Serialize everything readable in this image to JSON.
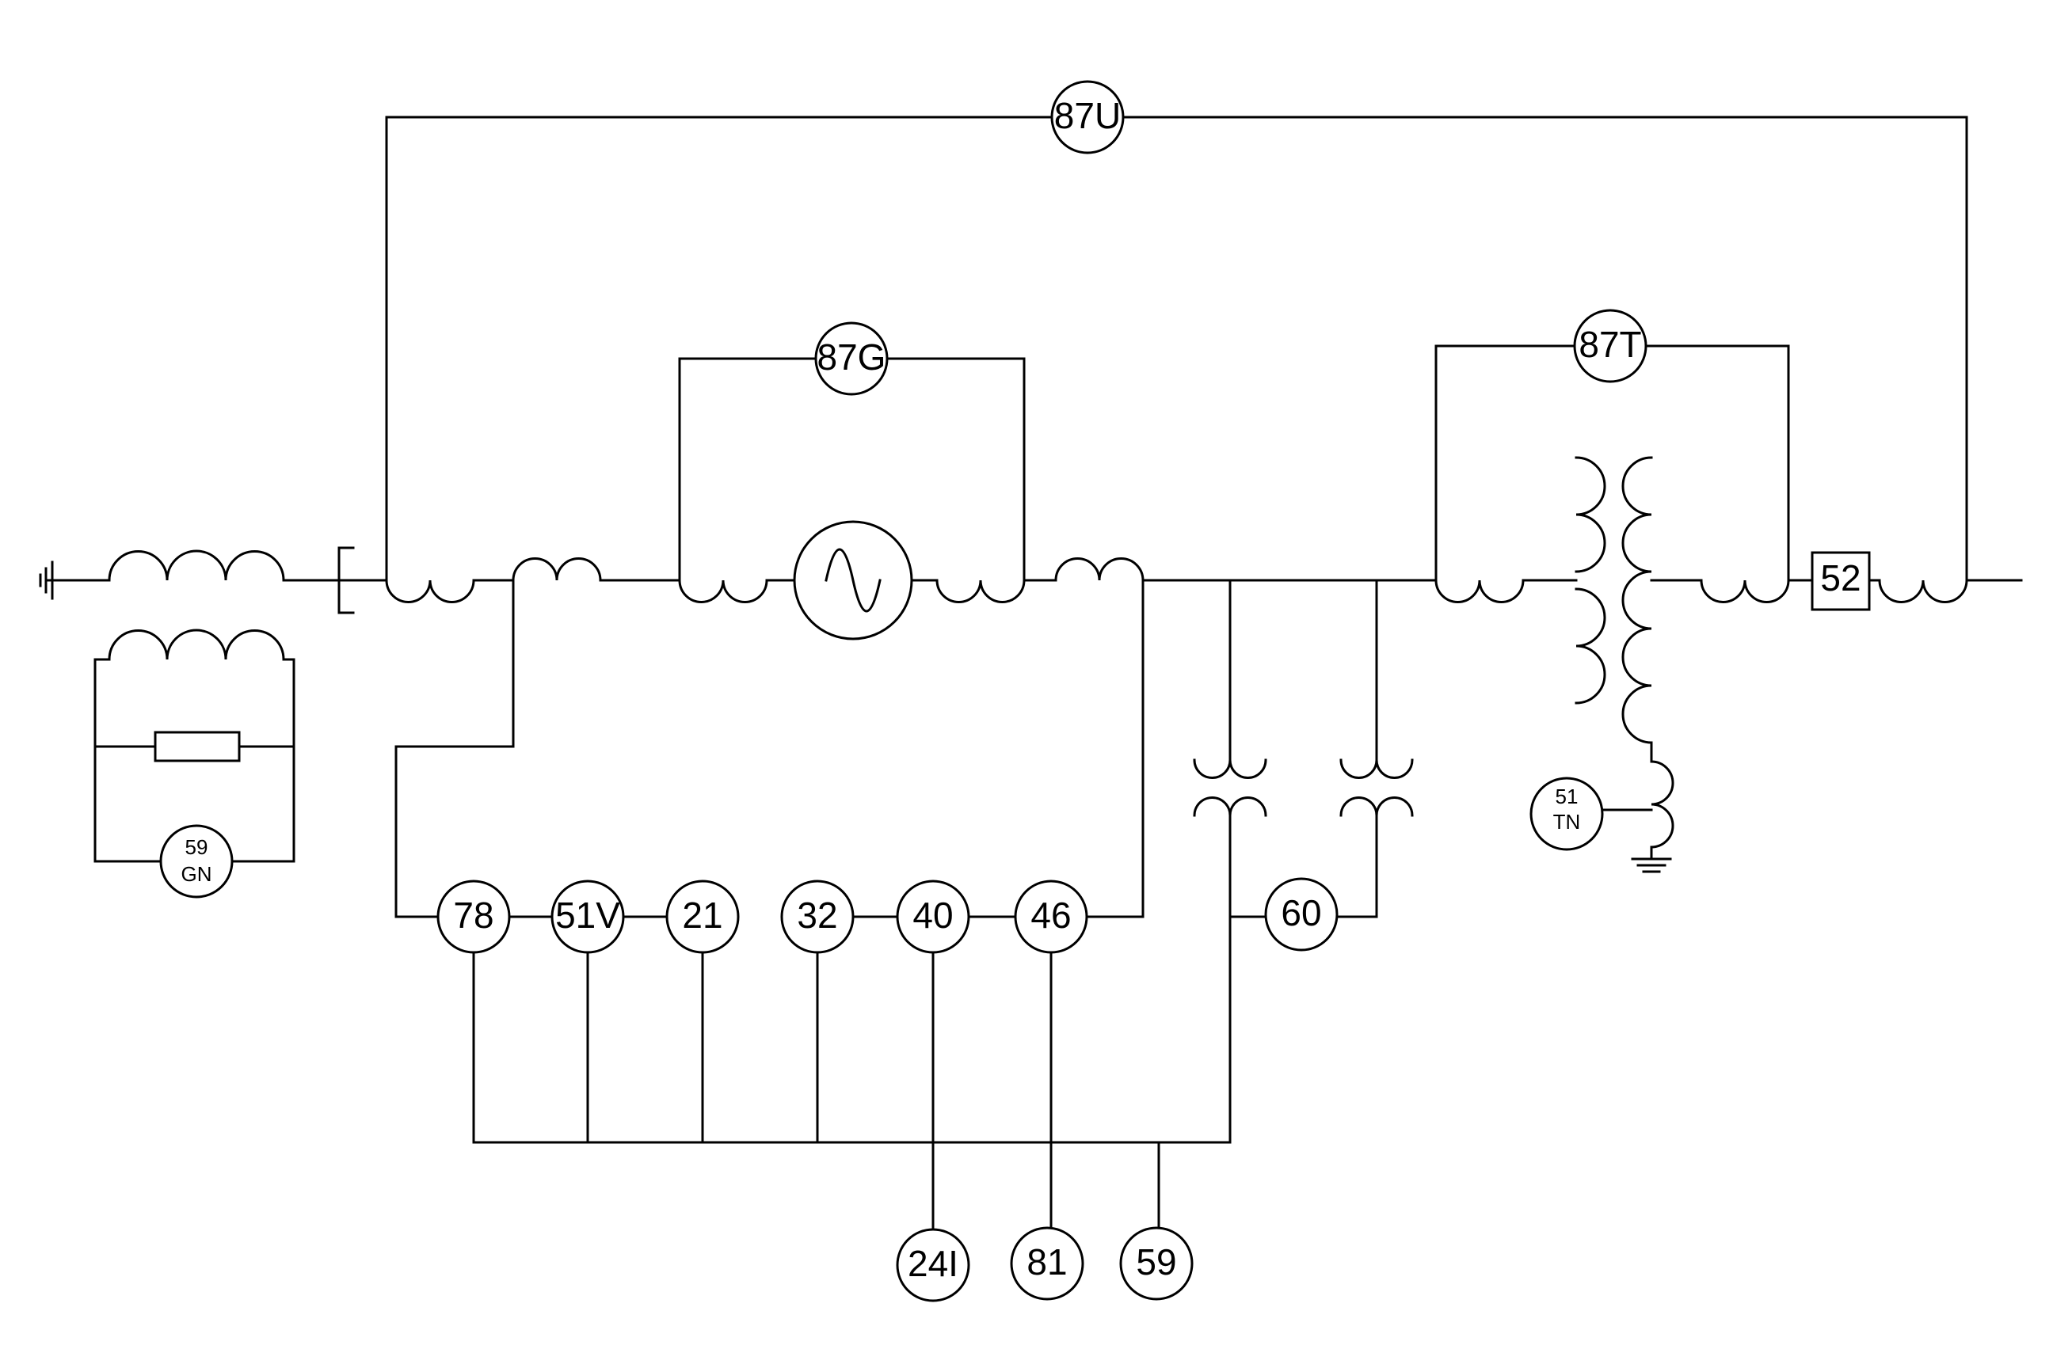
{
  "relays": {
    "r87U": "87U",
    "r87G": "87G",
    "r87T": "87T",
    "r52": "52",
    "r59GN_top": "59",
    "r59GN_bottom": "GN",
    "r51TN_top": "51",
    "r51TN_bottom": "TN",
    "r78": "78",
    "r51V": "51V",
    "r21": "21",
    "r32": "32",
    "r40": "40",
    "r46": "46",
    "r60": "60",
    "r24I": "24I",
    "r81": "81",
    "r59": "59"
  }
}
